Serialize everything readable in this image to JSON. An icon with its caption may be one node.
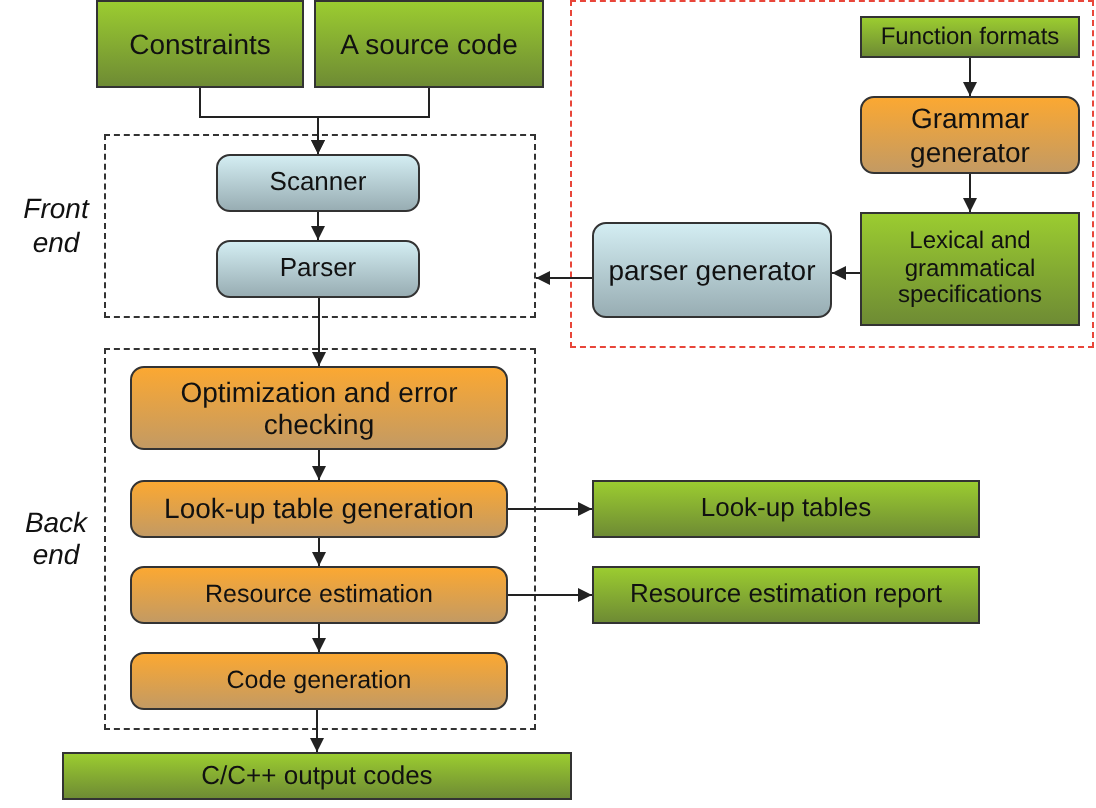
{
  "diagram": {
    "nodes": [
      {
        "text": [
          "Constraints"
        ]
      },
      {
        "text": [
          "A source code"
        ]
      },
      {
        "text": [
          "Front end"
        ]
      },
      {
        "text": [
          "Scanner"
        ],
        "in": 2
      },
      {
        "text": [
          "Parser"
        ],
        "in": 2
      },
      {
        "text": [],
        "shape": "box"
      },
      {
        "text": [
          "Function formats"
        ],
        "in": 5
      },
      {
        "text": [
          "Grammar generator"
        ],
        "in": 5
      },
      {
        "text": [
          "Lexical and grammatical specifications"
        ],
        "in": 5
      },
      {
        "text": [
          "parser generator"
        ],
        "in": 5
      },
      {
        "text": [
          "Back end"
        ]
      },
      {
        "text": [
          "Optimization and error checking"
        ],
        "in": 10
      },
      {
        "text": [
          "Look-up table generation"
        ],
        "in": 10
      },
      {
        "text": [
          "Resource estimation"
        ],
        "in": 10
      },
      {
        "text": [
          "Code generation"
        ],
        "in": 10
      },
      {
        "text": [
          "Look-up tables"
        ]
      },
      {
        "text": [
          "Resource estimation report"
        ]
      },
      {
        "text": [
          "C/C++ output codes"
        ]
      }
    ],
    "edges": [
      {
        "from": 0,
        "to": 3,
        "arrow": "to"
      },
      {
        "from": 1,
        "to": 3,
        "arrow": "to"
      },
      {
        "from": 3,
        "to": 4,
        "arrow": "to"
      },
      {
        "from": 4,
        "to": 11,
        "arrow": "to"
      },
      {
        "from": 6,
        "to": 7,
        "arrow": "to"
      },
      {
        "from": 7,
        "to": 8,
        "arrow": "to"
      },
      {
        "from": 8,
        "to": 9,
        "arrow": "to"
      },
      {
        "from": 9,
        "to": 2,
        "arrow": "to"
      },
      {
        "from": 11,
        "to": 12,
        "arrow": "to"
      },
      {
        "from": 12,
        "to": 13,
        "arrow": "to"
      },
      {
        "from": 13,
        "to": 14,
        "arrow": "to"
      },
      {
        "from": 12,
        "to": 15,
        "arrow": "to"
      },
      {
        "from": 13,
        "to": 16,
        "arrow": "to"
      },
      {
        "from": 14,
        "to": 17,
        "arrow": "to"
      }
    ]
  }
}
